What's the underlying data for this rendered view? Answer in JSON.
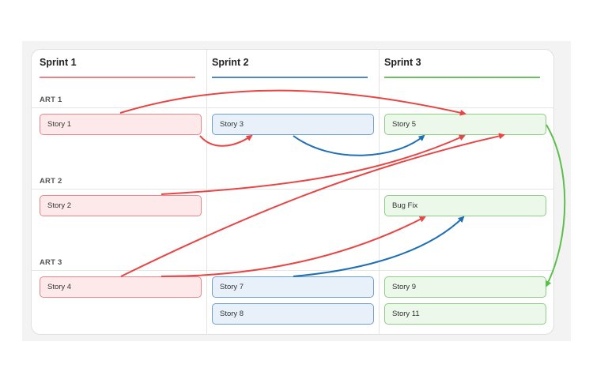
{
  "sprints": [
    {
      "title": "Sprint 1",
      "color": "#e8858a"
    },
    {
      "title": "Sprint 2",
      "color": "#4d86c2"
    },
    {
      "title": "Sprint 3",
      "color": "#6cc061"
    }
  ],
  "arts": [
    "ART 1",
    "ART 2",
    "ART 3"
  ],
  "cards": {
    "story1": "Story 1",
    "story2": "Story 2",
    "story3": "Story 3",
    "story4": "Story 4",
    "story5": "Story 5",
    "bugfix": "Bug Fix",
    "story7": "Story 7",
    "story8": "Story 8",
    "story9": "Story 9",
    "story11": "Story 11"
  },
  "colors": {
    "red_dependency": "#e84545",
    "blue_dependency": "#1f6fb5",
    "green_dependency": "#5bbf4a"
  },
  "dependencies": [
    {
      "from": "Story 1",
      "to": "Story 5",
      "color": "red"
    },
    {
      "from": "Story 1",
      "to": "Story 3",
      "color": "red"
    },
    {
      "from": "Story 3",
      "to": "Story 5",
      "color": "blue"
    },
    {
      "from": "Story 2",
      "to": "Story 5",
      "color": "red"
    },
    {
      "from": "Story 4",
      "to": "Story 5",
      "color": "red"
    },
    {
      "from": "Story 4",
      "to": "Bug Fix",
      "color": "red"
    },
    {
      "from": "Story 7",
      "to": "Bug Fix",
      "color": "blue"
    },
    {
      "from": "Story 5",
      "to": "Story 9",
      "color": "green"
    }
  ]
}
